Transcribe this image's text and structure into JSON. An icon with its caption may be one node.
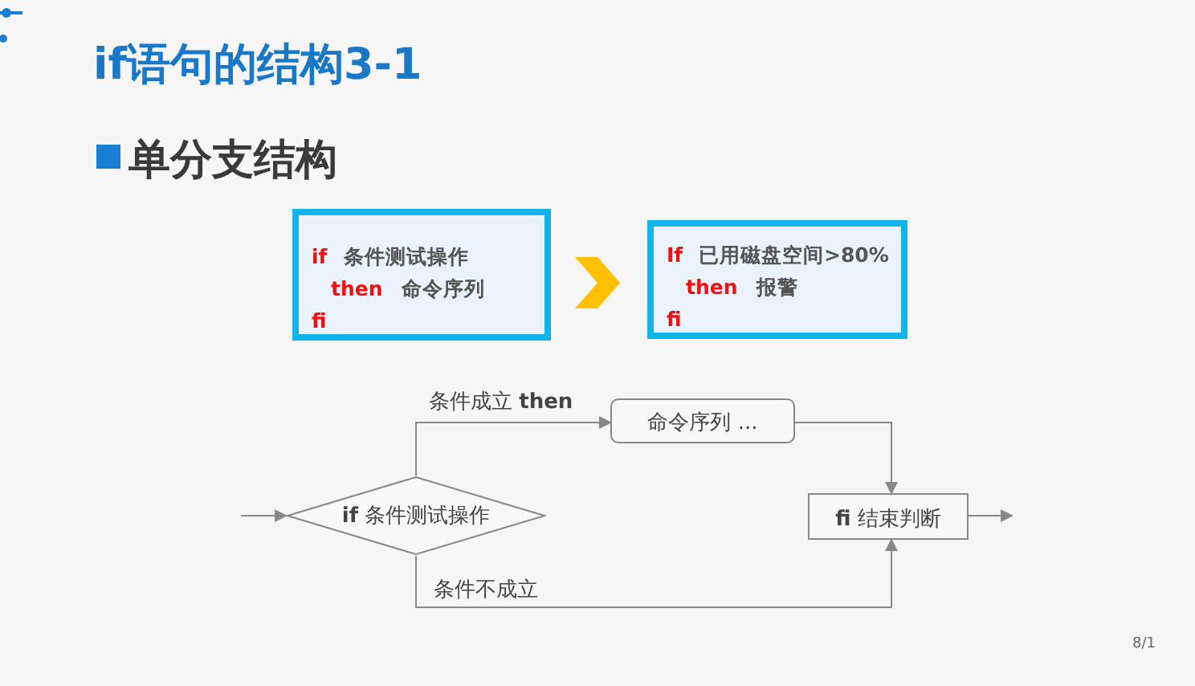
{
  "diagram": {
    "title": "if语句的结构3-1",
    "nodes": [
      {
        "text": [
          "if",
          "条件测试操作",
          "then",
          "命令序列",
          "fi"
        ]
      },
      {
        "text": [
          "If",
          "已用磁盘空间>80%",
          "then",
          "报警",
          "fi"
        ]
      },
      {
        "text": [
          "**if** 条件测试操作"
        ]
      },
      {
        "text": [
          "命令序列 ..."
        ]
      },
      {
        "text": [
          "**fi** 结束判断"
        ]
      }
    ],
    "edges": [
      {
        "from": 0,
        "to": 1,
        "arrow": "to",
        "color": "#ffc000"
      },
      {
        "from": null,
        "to": 2,
        "arrow": "to"
      },
      {
        "from": 2,
        "to": 3,
        "arrow": "to",
        "label": "条件成立 **then**"
      },
      {
        "from": 3,
        "to": 4,
        "arrow": "to"
      },
      {
        "from": 2,
        "to": 4,
        "arrow": "to",
        "label": "条件不成立"
      },
      {
        "from": 4,
        "to": null,
        "arrow": "to"
      }
    ],
    "labels": [
      "单分支结构",
      "8/1"
    ]
  }
}
